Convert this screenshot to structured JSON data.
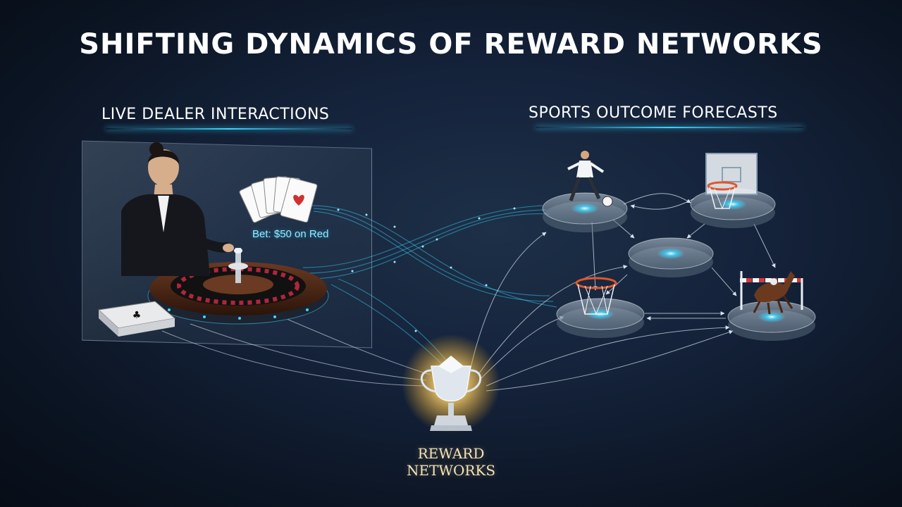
{
  "title": "SHIFTING DYNAMICS OF REWARD NETWORKS",
  "sections": {
    "left": "LIVE DEALER INTERACTIONS",
    "right": "SPORTS OUTCOME FORECASTS"
  },
  "bet_text": "Bet: $50 on Red",
  "center": {
    "line1": "REWARD",
    "line2": "NETWORKS"
  },
  "colors": {
    "accent": "#39d4ff",
    "gold": "#ffd36a",
    "background": "#0b1422"
  },
  "icons": [
    "dealer-icon",
    "roulette-wheel-icon",
    "playing-cards-icon",
    "card-deck-icon",
    "trophy-icon",
    "soccer-player-icon",
    "basketball-hoop-icon",
    "basketball-net-icon",
    "racehorse-icon"
  ]
}
